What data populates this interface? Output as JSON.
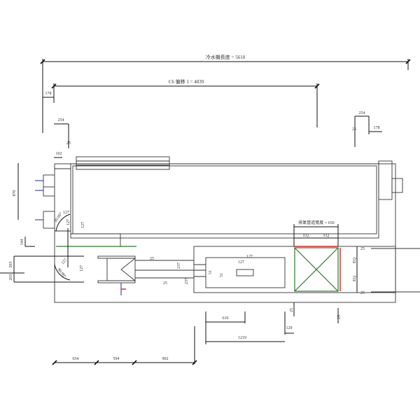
{
  "drawing": {
    "chiller_length_label": "冷水機長度 = 5610",
    "offset_label": "C6 偏移 1 = 4039",
    "exhaust_duct_width_label": "排氣管道寬度 = 650",
    "dims": {
      "top_left_178": "178",
      "top_left_254": "254",
      "top_left_25": "25",
      "top_right_254": "254",
      "top_right_25": "25",
      "top_right_178": "178",
      "left_102": "102",
      "left_870": "870",
      "angle_upper": "90.00°",
      "r127_a": "127",
      "r127_b": "127",
      "r127_c": "127",
      "left_144": "144",
      "left_203_a": "203",
      "left_203_b": "203",
      "angle_lower": "90.00°",
      "r127_d": "127",
      "r127_e": "127",
      "pipe_25_a": "25",
      "pipe_25_b": "25",
      "d237_a": "237",
      "d237_b": "237",
      "d51_a": "51",
      "d51_b": "51",
      "d127_f": "127",
      "d127_g": "127",
      "eq1": "EQ",
      "eq2": "EQ",
      "eq3": "EQ",
      "eq4": "EQ",
      "r25_a": "25",
      "r25_b": "25",
      "b25_a": "25",
      "b25_b": "25",
      "d610": "610",
      "d129": "129",
      "d1219": "1219",
      "d654": "654",
      "d594": "594",
      "d902": "902"
    }
  }
}
